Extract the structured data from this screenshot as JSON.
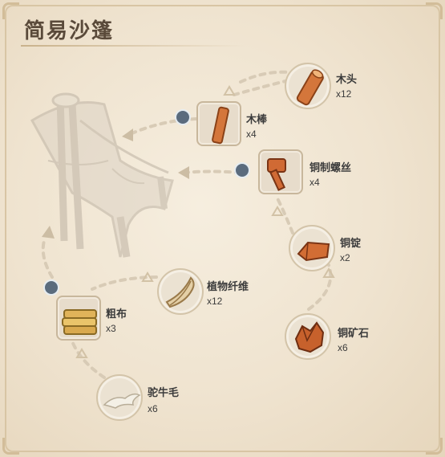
{
  "title": "简易沙篷",
  "items": [
    {
      "id": "wood",
      "name": "木头",
      "qty": "x12"
    },
    {
      "id": "stick",
      "name": "木棒",
      "qty": "x4"
    },
    {
      "id": "screw",
      "name": "铜制螺丝",
      "qty": "x4"
    },
    {
      "id": "ingot",
      "name": "铜锭",
      "qty": "x2"
    },
    {
      "id": "ore",
      "name": "铜矿石",
      "qty": "x6"
    },
    {
      "id": "fiber",
      "name": "植物纤维",
      "qty": "x12"
    },
    {
      "id": "cloth",
      "name": "粗布",
      "qty": "x3"
    },
    {
      "id": "hair",
      "name": "驼牛毛",
      "qty": "x6"
    }
  ],
  "colors": {
    "copper": "#c8642e",
    "wood": "#d4763b",
    "indicator_dot": "#5a6b7d",
    "path": "#d8cbb6"
  }
}
